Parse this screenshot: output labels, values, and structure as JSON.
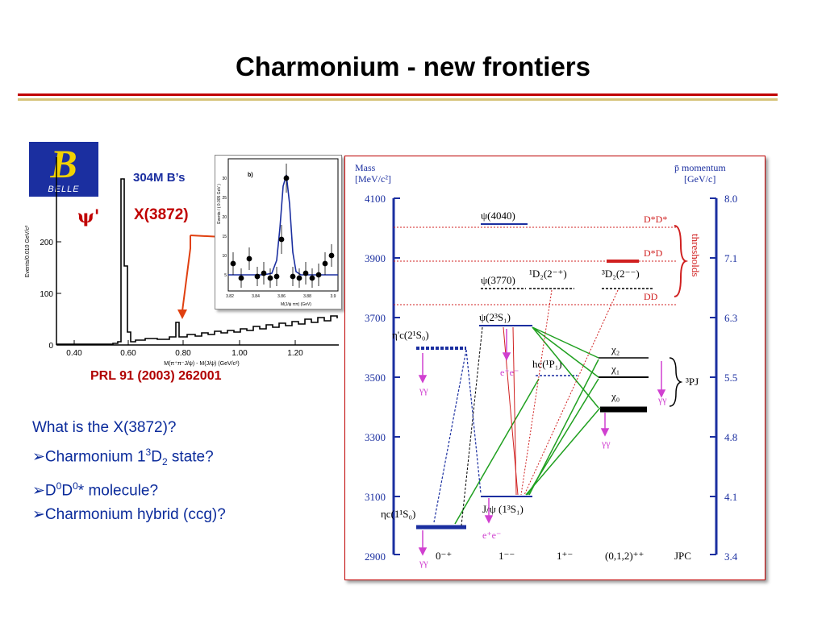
{
  "title": "Charmonium - new frontiers",
  "logo": {
    "letter": "B",
    "text": "BELLE"
  },
  "spectrum_plot": {
    "stats_label": "304M B’s",
    "psi_prime_label": "ψ'",
    "x3872_label": "X(3872)",
    "y_axis_label": "Events/0.010 GeV/c²",
    "x_axis_label": "M(π⁺π⁻J/ψ) - M(J/ψ)  (GeV/c²)",
    "y_ticks": [
      "0",
      "100",
      "200"
    ],
    "x_ticks": [
      "0.40",
      "0.60",
      "0.80",
      "1.00",
      "1.20"
    ]
  },
  "inset_plot": {
    "panel_label": "b)",
    "y_axis_label": "Events / ( 0.005 GeV )",
    "x_axis_label": "M(J/ψ ππ) (GeV)",
    "y_ticks": [
      "5",
      "10",
      "15",
      "20",
      "25",
      "30"
    ],
    "x_ticks": [
      "3.82",
      "3.84",
      "3.86",
      "3.88",
      "3.9"
    ]
  },
  "reference": "PRL 91 (2003) 262001",
  "question": {
    "heading": "What is the X(3872)?",
    "bullets": [
      {
        "pre": "Charmonium 1",
        "sup": "3",
        "mid": "D",
        "sub": "2",
        "post": " state?"
      },
      {
        "pre": "D",
        "sup": "0",
        "mid": "D",
        "sup2": "0",
        "post": "* molecule?"
      },
      {
        "pre": "Charmonium hybrid (ccg)?"
      }
    ]
  },
  "level_diagram": {
    "left_axis_title": [
      "Mass",
      "[MeV/c²]"
    ],
    "right_axis_title": [
      "p̄ momentum",
      "[GeV/c]"
    ],
    "mass_ticks": [
      "4100",
      "3900",
      "3700",
      "3500",
      "3300",
      "3100",
      "2900"
    ],
    "momentum_ticks": [
      "8.0",
      "7.1",
      "6.3",
      "5.5",
      "4.8",
      "4.1",
      "3.4"
    ],
    "thresholds_label": "thresholds",
    "threshold_labels": [
      "D*D*",
      "D*D",
      "DD"
    ],
    "states": {
      "psi4040": "ψ(4040)",
      "psi3770": "ψ(3770)",
      "d2_singlet": "¹D₂(2⁻⁺)",
      "d2_triplet": "³D₂(2⁻⁻)",
      "psi2s": "ψ(2³S₁)",
      "etac2s": "η'c(2¹S₀)",
      "hc": "hc(¹P₁)",
      "chi2": "χ₂",
      "chi1": "χ₁",
      "chi0": "χ₀",
      "pj": "³PJ",
      "jpsi": "J/ψ (1³S₁)",
      "etac": "ηc(1¹S₀)"
    },
    "decay_labels": {
      "gamma_gamma": "γγ",
      "ee": "e⁺e⁻"
    },
    "jpc_labels": [
      "0⁻⁺",
      "1⁻⁻",
      "1⁺⁻",
      "(0,1,2)⁺⁺",
      "JPC"
    ]
  }
}
